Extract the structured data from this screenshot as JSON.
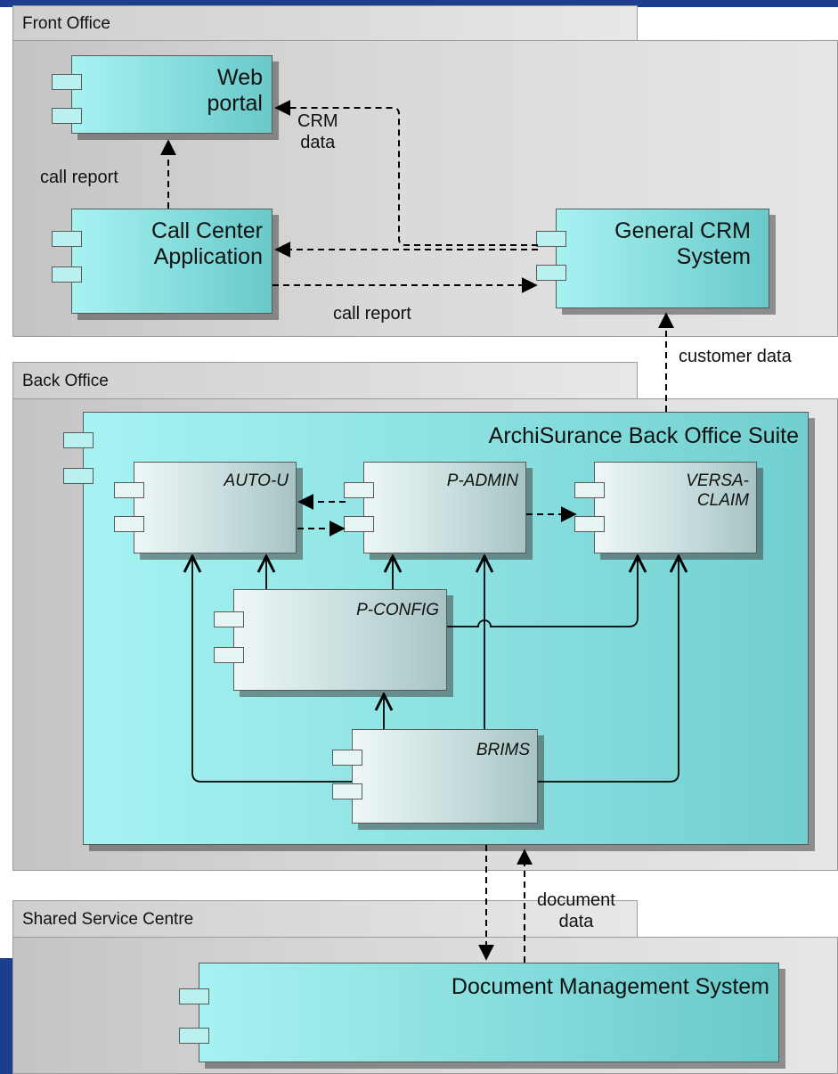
{
  "groups": {
    "front_office": "Front Office",
    "back_office": "Back Office",
    "shared_service_centre": "Shared Service Centre"
  },
  "components": {
    "web_portal": "Web\nportal",
    "call_center_application": "Call Center\nApplication",
    "general_crm_system": "General CRM\nSystem",
    "archisurance_suite": "ArchiSurance Back Office Suite",
    "auto_u": "AUTO-U",
    "p_admin": "P-ADMIN",
    "versa_claim": "VERSA-\nCLAIM",
    "p_config": "P-CONFIG",
    "brims": "BRIMS",
    "document_management_system": "Document Management System"
  },
  "edge_labels": {
    "crm_data": "CRM\ndata",
    "call_report_up": "call report",
    "call_report_right": "call report",
    "customer_data": "customer data",
    "document_data": "document\ndata"
  },
  "colors": {
    "application_component": "#86dcdc",
    "sub_component": "#c8dede",
    "group": "#d9d9d9",
    "frame_blue": "#1d3d8f"
  }
}
